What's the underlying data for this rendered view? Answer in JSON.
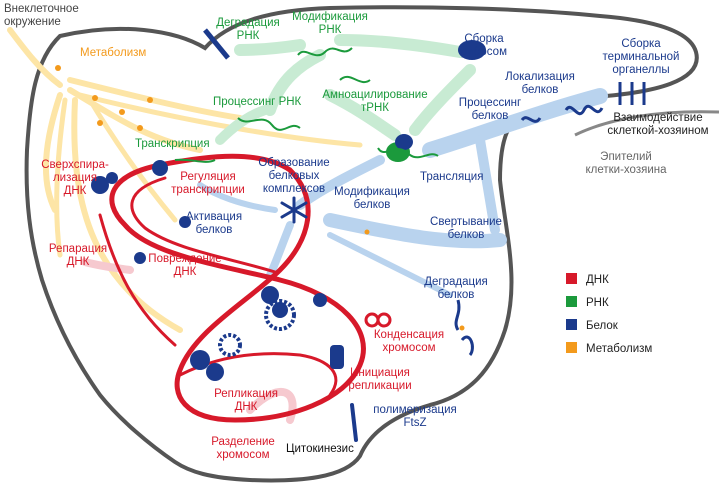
{
  "colors": {
    "dna": "#d7192a",
    "rna": "#1b9a3c",
    "protein": "#1b3a8c",
    "metabolism": "#f39a1c",
    "env_text": "#444444",
    "host_text": "#666666",
    "cell_outline": "#555555",
    "flow_yellow": "#fde5a6",
    "flow_green": "#c8ebd3",
    "flow_blue": "#b9d3ee",
    "flow_pink": "#f6c9cf"
  },
  "environment": {
    "line1": "Внеклеточное",
    "line2": "окружение"
  },
  "host": {
    "interaction_line1": "Взаимодействие",
    "interaction_line2": "склеткой-хозяином",
    "epithelium_line1": "Эпителий",
    "epithelium_line2": "клетки-хозяина"
  },
  "labels": {
    "metabolism": "Метаболизм",
    "rna_degradation_l1": "Деградация",
    "rna_degradation_l2": "РНК",
    "rna_modification_l1": "Модификация",
    "rna_modification_l2": "РНК",
    "ribosome_assembly_l1": "Сборка",
    "ribosome_assembly_l2": "рибосом",
    "terminal_organelle_l1": "Сборка",
    "terminal_organelle_l2": "терминальной",
    "terminal_organelle_l3": "органеллы",
    "rna_processing": "Процессинг РНК",
    "aminoacylation_l1": "Амноацилирование",
    "aminoacylation_l2": "тРНК",
    "protein_localization_l1": "Локализация",
    "protein_localization_l2": "белков",
    "protein_processing_l1": "Процессинг",
    "protein_processing_l2": "белков",
    "transcription": "Транскрипция",
    "supercoiling_l1": "Сверхспира-",
    "supercoiling_l2": "лизация",
    "supercoiling_l3": "ДНК",
    "complex_formation_l1": "Образование",
    "complex_formation_l2": "белковых",
    "complex_formation_l3": "комплексов",
    "translation": "Трансляция",
    "transcription_regulation_l1": "Регуляция",
    "transcription_regulation_l2": "транскрипции",
    "protein_modification_l1": "Модификация",
    "protein_modification_l2": "белков",
    "protein_activation_l1": "Активация",
    "protein_activation_l2": "белков",
    "protein_folding_l1": "Свертывание",
    "protein_folding_l2": "белков",
    "dna_repair_l1": "Репарация",
    "dna_repair_l2": "ДНК",
    "dna_damage_l1": "Повреждение",
    "dna_damage_l2": "ДНК",
    "protein_degradation_l1": "Деградация",
    "protein_degradation_l2": "белков",
    "chromosome_condensation_l1": "Конденсация",
    "chromosome_condensation_l2": "хромосом",
    "replication_initiation_l1": "Инициация",
    "replication_initiation_l2": "репликации",
    "dna_replication_l1": "Репликация",
    "dna_replication_l2": "ДНК",
    "ftsz_l1": "полимеризация",
    "ftsz_l2": "FtsZ",
    "chromosome_segregation_l1": "Разделение",
    "chromosome_segregation_l2": "хромосом",
    "cytokinesis": "Цитокинезис"
  },
  "legend": {
    "items": [
      {
        "label": "ДНК",
        "color": "#d7192a"
      },
      {
        "label": "РНК",
        "color": "#1b9a3c"
      },
      {
        "label": "Белок",
        "color": "#1b3a8c"
      },
      {
        "label": "Метаболизм",
        "color": "#f39a1c"
      }
    ]
  }
}
